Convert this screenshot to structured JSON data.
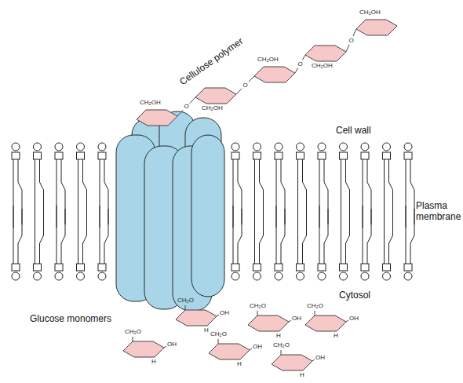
{
  "diagram": {
    "labels": [
      "Cellulose polymer",
      "Cell wall",
      "Plasma membrane",
      "Cytosol",
      "Glucose monomers",
      "CH₂OH",
      "CH₂OH",
      "CH₂OH",
      "CH₂OH",
      "CH₂OH",
      "O",
      "O",
      "O",
      "O",
      "CH₂O",
      "OH",
      "H",
      "CH₂O",
      "OH",
      "H",
      "CH₂O",
      "OH",
      "H",
      "CH₂O",
      "OH",
      "H",
      "CH₂O",
      "OH",
      "H",
      "CH₂O",
      "OH",
      "H"
    ]
  }
}
